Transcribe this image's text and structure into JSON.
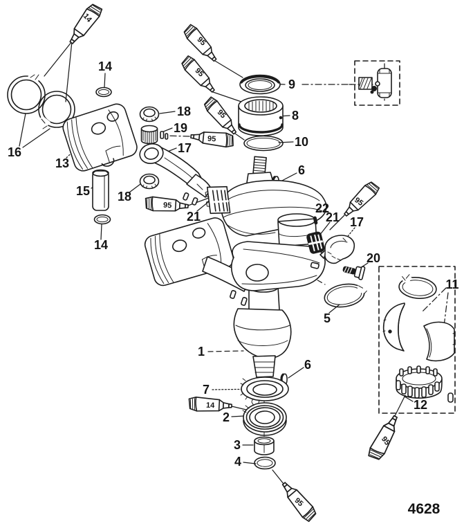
{
  "figure": {
    "drawing_number": "4628"
  },
  "callouts": [
    {
      "label": "14"
    },
    {
      "label": "16"
    },
    {
      "label": "13"
    },
    {
      "label": "15"
    },
    {
      "label": "14"
    },
    {
      "label": "18"
    },
    {
      "label": "19"
    },
    {
      "label": "17"
    },
    {
      "label": "18"
    },
    {
      "label": "9"
    },
    {
      "label": "8"
    },
    {
      "label": "10"
    },
    {
      "label": "6"
    },
    {
      "label": "21"
    },
    {
      "label": "22"
    },
    {
      "label": "21"
    },
    {
      "label": "17"
    },
    {
      "label": "20"
    },
    {
      "label": "5"
    },
    {
      "label": "11"
    },
    {
      "label": "1"
    },
    {
      "label": "6"
    },
    {
      "label": "7"
    },
    {
      "label": "2"
    },
    {
      "label": "3"
    },
    {
      "label": "4"
    },
    {
      "label": "12"
    }
  ],
  "tubes": [
    {
      "label": "14"
    },
    {
      "label": "95"
    },
    {
      "label": "95"
    },
    {
      "label": "95"
    },
    {
      "label": "95"
    },
    {
      "label": "95"
    },
    {
      "label": "95"
    },
    {
      "label": "14"
    },
    {
      "label": "95"
    },
    {
      "label": "95"
    }
  ]
}
